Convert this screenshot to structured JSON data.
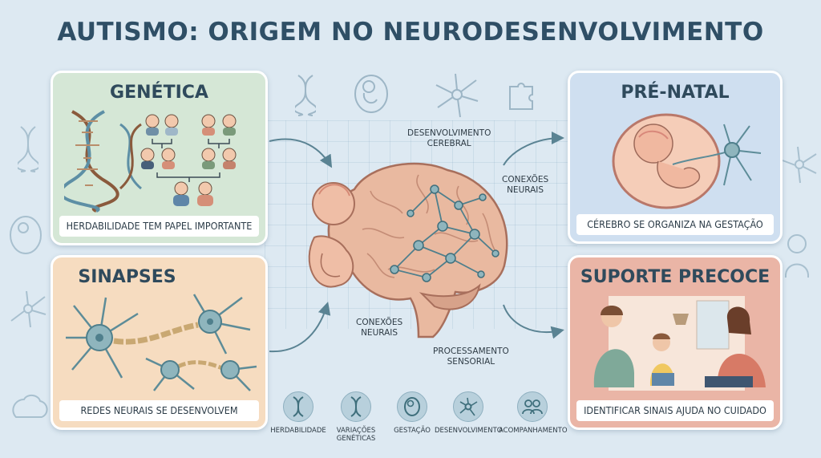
{
  "title": "AUTISMO: ORIGEM NO NEURODESENVOLVIMENTO",
  "panels": {
    "genetica": {
      "title": "GENÉTICA",
      "caption": "HERDABILIDADE TEM PAPEL IMPORTANTE"
    },
    "sinapses": {
      "title": "SINAPSES",
      "caption": "REDES NEURAIS SE DESENVOLVEM"
    },
    "prenatal": {
      "title": "PRÉ-NATAL",
      "caption": "CÉREBRO SE ORGANIZA NA GESTAÇÃO"
    },
    "suporte": {
      "title": "SUPORTE PRECOCE",
      "caption": "IDENTIFICAR SINAIS AJUDA NO CUIDADO"
    }
  },
  "center_labels": {
    "desenvolvimento_line1": "DESENVOLVIMENTO",
    "desenvolvimento_line2": "CEREBRAL",
    "conexoes_top_line1": "CONEXÕES",
    "conexoes_top_line2": "NEURAIS",
    "conexoes_left_line1": "CONEXÕES",
    "conexoes_left_line2": "NEURAIS",
    "processamento_line1": "PROCESSAMENTO",
    "processamento_line2": "SENSORIAL"
  },
  "bottom_icons": [
    {
      "icon": "dna-icon",
      "label_line1": "HERDABILIDADE",
      "label_line2": ""
    },
    {
      "icon": "dna-icon",
      "label_line1": "VARIAÇÕES",
      "label_line2": "GENÉTICAS"
    },
    {
      "icon": "fetus-icon",
      "label_line1": "GESTAÇÃO",
      "label_line2": ""
    },
    {
      "icon": "neuron-icon",
      "label_line1": "DESENVOLVIMENTO",
      "label_line2": ""
    },
    {
      "icon": "people-icon",
      "label_line1": "ACOMPANHAMENTO",
      "label_line2": ""
    }
  ],
  "colors": {
    "background": "#dde9f2",
    "title": "#2f4f66",
    "genetica_panel": "#d5e7d6",
    "sinapses_panel": "#f6dcc0",
    "prenatal_panel": "#cfdff0",
    "suporte_panel": "#eab5a6",
    "neuron": "#8fb5bd",
    "brain": "#e9b9a0"
  }
}
